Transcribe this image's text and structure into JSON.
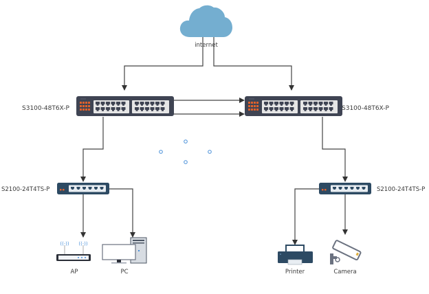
{
  "diagram": {
    "type": "network-topology",
    "nodes": {
      "internet": {
        "label": "internet",
        "icon": "cloud-icon"
      },
      "core_left": {
        "label": "S3100-48T6X-P",
        "icon": "switch-48-port-icon"
      },
      "core_right": {
        "label": "S3100-48T6X-P",
        "icon": "switch-48-port-icon"
      },
      "access_left": {
        "label": "S2100-24T4TS-P",
        "icon": "switch-6-port-icon"
      },
      "access_right": {
        "label": "S2100-24T4TS-P",
        "icon": "switch-6-port-icon"
      },
      "ap": {
        "label": "AP",
        "icon": "access-point-icon"
      },
      "pc": {
        "label": "PC",
        "icon": "desktop-pc-icon"
      },
      "printer": {
        "label": "Printer",
        "icon": "printer-icon"
      },
      "camera": {
        "label": "Camera",
        "icon": "security-camera-icon"
      }
    },
    "edges": [
      {
        "from": "internet",
        "to": "core_left"
      },
      {
        "from": "internet",
        "to": "core_right"
      },
      {
        "from": "core_left",
        "to": "core_right"
      },
      {
        "from": "core_left",
        "to": "core_right"
      },
      {
        "from": "core_left",
        "to": "access_left"
      },
      {
        "from": "core_right",
        "to": "access_right"
      },
      {
        "from": "access_left",
        "to": "ap"
      },
      {
        "from": "access_left",
        "to": "pc"
      },
      {
        "from": "access_right",
        "to": "printer"
      },
      {
        "from": "access_right",
        "to": "camera"
      }
    ],
    "colors": {
      "cloud": "#74aed0",
      "switch_body": "#3f4453",
      "switch_led": "#e0612b",
      "access_switch_body": "#2d4a63",
      "edge": "#444444",
      "selection_handle": "#4a90d9"
    }
  }
}
